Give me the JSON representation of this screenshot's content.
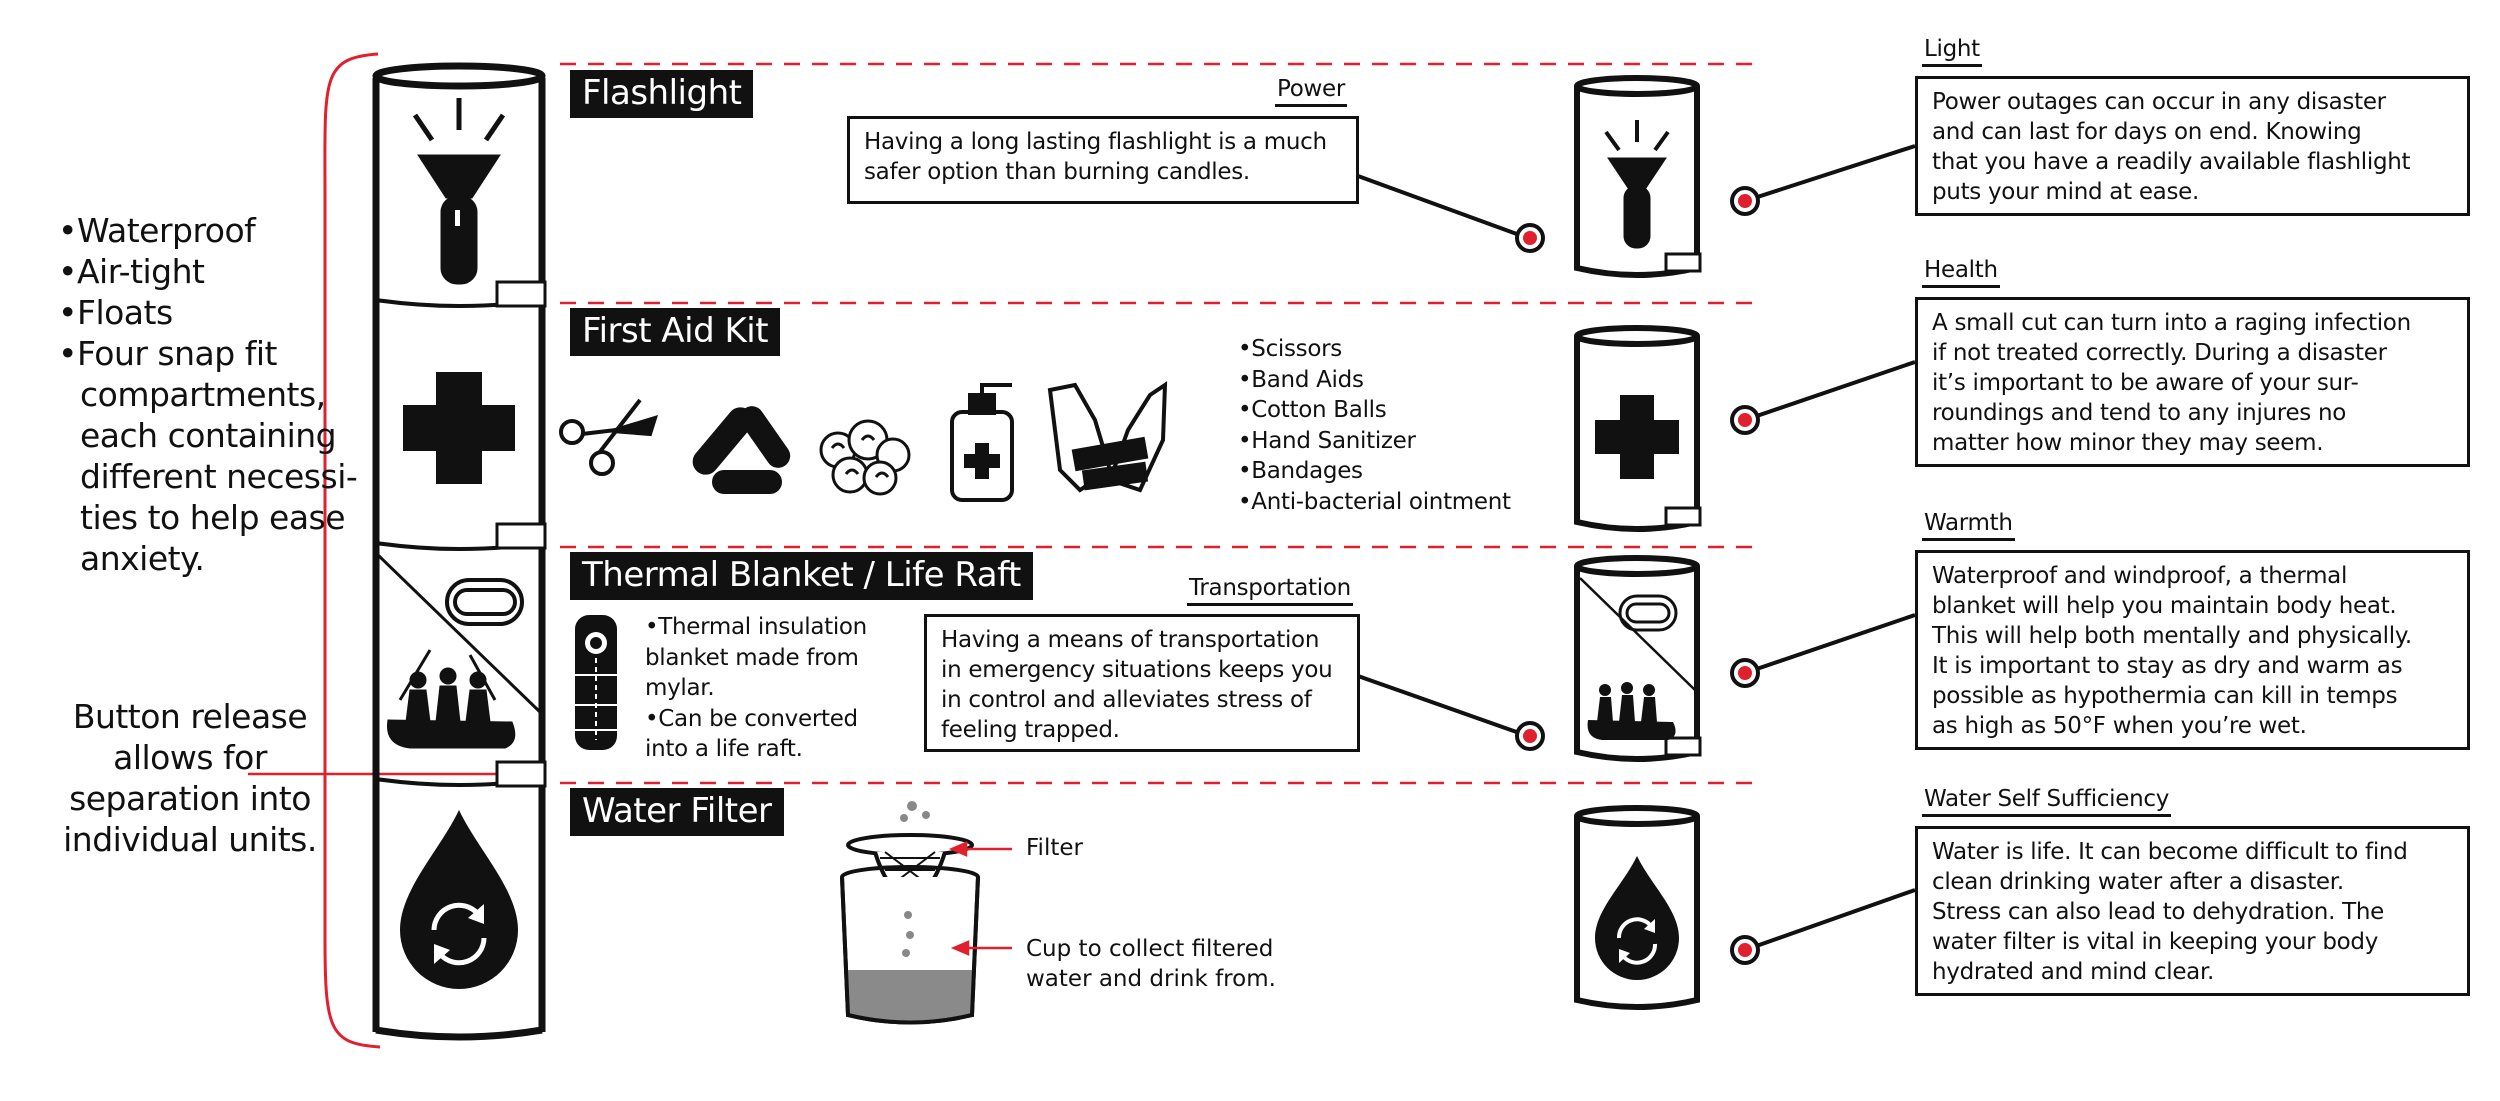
{
  "left_panel": {
    "features": [
      "•Waterproof",
      "•Air-tight",
      "•Floats",
      "•Four snap fit",
      "compartments,",
      "each containing",
      "different necessi-",
      "ties to help ease",
      "anxiety."
    ],
    "release_note": [
      "Button release",
      "allows for",
      "separation into",
      "individual units."
    ]
  },
  "sections": {
    "flashlight": {
      "title": "Flashlight",
      "box_label": "Power",
      "box_text": "Having a long lasting flashlight is a much\nsafer option than burning candles."
    },
    "first_aid": {
      "title": "First Aid Kit",
      "items": [
        "•Scissors",
        "•Band Aids",
        "•Cotton Balls",
        "•Hand Sanitizer",
        "•Bandages",
        "•Anti-bacterial ointment"
      ]
    },
    "thermal": {
      "title": "Thermal Blanket / Life Raft",
      "bullets": [
        "•Thermal insulation",
        "blanket made from",
        "mylar.",
        "•Can be converted",
        "into a life raft."
      ],
      "box_label": "Transportation",
      "box_text": "Having a means of transportation\nin emergency situations keeps you\nin control and alleviates stress of\nfeeling trapped."
    },
    "water": {
      "title": "Water Filter",
      "filter_label": "Filter",
      "cup_label": [
        "Cup to collect filtered",
        "water and drink from."
      ]
    }
  },
  "right_panel": [
    {
      "label": "Light",
      "text": "Power outages can occur in any disaster\nand can last for days on end. Knowing\nthat you have a readily available flashlight\nputs your mind at ease."
    },
    {
      "label": "Health",
      "text": "A small cut can turn into a raging infection\nif not treated correctly. During a disaster\nit’s important to be aware of your sur-\nroundings and tend to any injures no\nmatter how minor they may seem."
    },
    {
      "label": "Warmth",
      "text": "Waterproof and windproof, a thermal\nblanket will help you maintain body heat.\nThis will help both mentally and physically.\nIt is important to stay as dry and warm as\npossible as hypothermia can kill in temps\nas high as 50°F when you’re wet."
    },
    {
      "label": "Water Self Sufficiency",
      "text": "Water is life. It can become difficult to find\nclean drinking water after a disaster.\nStress can also lead to dehydration. The\nwater filter is vital in keeping your body\nhydrated and mind clear."
    }
  ],
  "colors": {
    "accent_red": "#e0212d",
    "ink": "#111111",
    "paper": "#ffffff",
    "water_gray": "#8a8a8a"
  },
  "icons": [
    "flashlight-icon",
    "medical-cross-icon",
    "blanket-icon",
    "raft-icon",
    "water-drop-refresh-icon",
    "scissors-icon",
    "band-aids-icon",
    "cotton-balls-icon",
    "hand-sanitizer-icon",
    "bandage-hands-icon",
    "sleeping-bag-icon",
    "water-filter-cup-icon"
  ]
}
